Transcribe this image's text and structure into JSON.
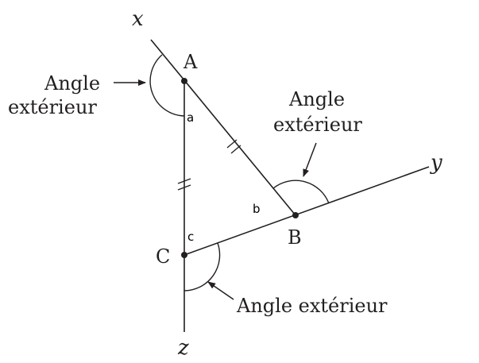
{
  "diagram": {
    "points": {
      "A": "A",
      "B": "B",
      "C": "C"
    },
    "rays": {
      "x": "x",
      "y": "y",
      "z": "z"
    },
    "interior_angles": {
      "a": "a",
      "b": "b",
      "c": "c"
    },
    "labels": {
      "angle_A_line1": "Angle",
      "angle_A_line2": "extérieur",
      "angle_B_line1": "Angle",
      "angle_B_line2": "extérieur",
      "angle_C": "Angle extérieur"
    }
  }
}
